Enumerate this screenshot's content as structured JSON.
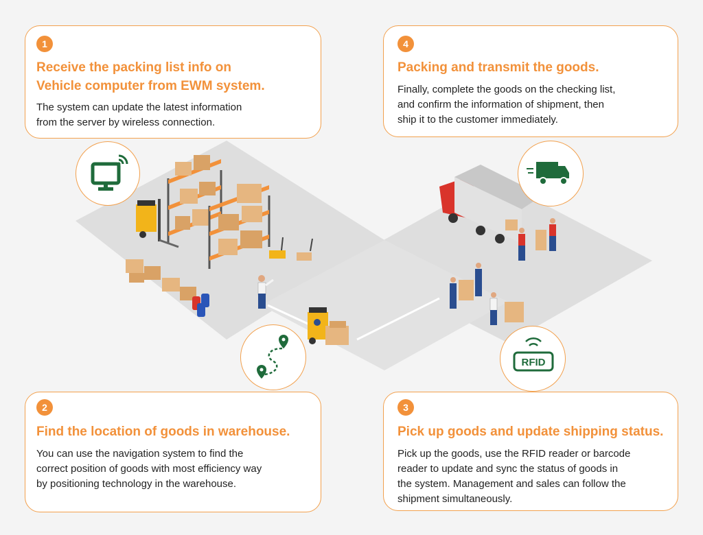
{
  "steps": [
    {
      "number": "1",
      "title": "Receive the packing list info on Vehicle computer from EWM system.",
      "title_lines": [
        "Receive the packing list info on",
        "Vehicle computer from EWM system."
      ],
      "body_lines": [
        "The system can update the latest information",
        "from the server by wireless connection."
      ]
    },
    {
      "number": "2",
      "title": "Find the location of goods in warehouse.",
      "title_lines": [
        "Find the location of goods in warehouse."
      ],
      "body_lines": [
        "You can use the navigation system to find the",
        "correct position of goods with most efficiency way",
        "by positioning technology in the warehouse."
      ]
    },
    {
      "number": "3",
      "title": "Pick up goods and update shipping status.",
      "title_lines": [
        "Pick up goods and update shipping status."
      ],
      "body_lines": [
        "Pick up the goods, use the RFID reader or barcode",
        "reader to update and sync the status of goods in",
        "the system. Management and sales can follow the",
        "shipment simultaneously."
      ]
    },
    {
      "number": "4",
      "title": "Packing and transmit the goods.",
      "title_lines": [
        "Packing and transmit the goods."
      ],
      "body_lines": [
        "Finally, complete the goods on the checking list,",
        "and confirm the information of shipment, then",
        "ship it to the customer immediately."
      ]
    }
  ],
  "icons": {
    "computer": "monitor-wireless-icon",
    "navigation": "route-pin-icon",
    "rfid": "rfid-tag-icon",
    "truck": "delivery-truck-icon",
    "rfid_label": "RFID"
  },
  "colors": {
    "accent": "#f2913a",
    "icon_green": "#1f6b3b",
    "floor": "#dedede",
    "box": "#e6b680",
    "truck_red": "#d9342b"
  }
}
